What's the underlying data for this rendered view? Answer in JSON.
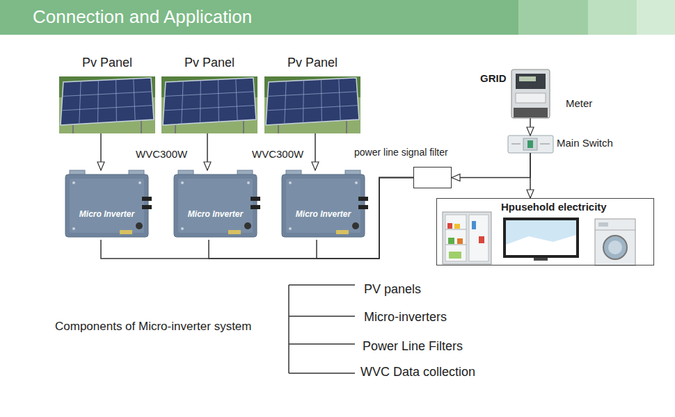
{
  "diagram": {
    "title": "Connection and Application",
    "nodes": [
      {
        "text": [
          "Pv Panel"
        ]
      },
      {
        "text": [
          "Pv Panel"
        ]
      },
      {
        "text": [
          "Pv Panel"
        ]
      },
      {
        "text": [
          "Micro Inverter"
        ]
      },
      {
        "text": [
          "Micro Inverter"
        ]
      },
      {
        "text": [
          "Micro Inverter"
        ]
      },
      {
        "text": [
          "power line signal filter"
        ]
      },
      {
        "text": [
          "GRID",
          "Meter"
        ]
      },
      {
        "text": [
          "Main Switch"
        ]
      },
      {
        "text": [
          "Hpusehold electricity"
        ]
      }
    ],
    "edges": [
      {
        "from": 0,
        "to": 3,
        "arrow": "to"
      },
      {
        "from": 1,
        "to": 4,
        "arrow": "to"
      },
      {
        "from": 2,
        "to": 5,
        "arrow": "to"
      },
      {
        "from": 7,
        "to": 8,
        "arrow": "to"
      },
      {
        "from": 8,
        "to": 6,
        "arrow": "to"
      },
      {
        "from": 8,
        "to": 9,
        "arrow": "to"
      },
      {
        "from": 3,
        "to": 6,
        "arrow": "none"
      },
      {
        "from": 4,
        "to": 6,
        "arrow": "none"
      },
      {
        "from": 5,
        "to": 6,
        "arrow": "none"
      }
    ],
    "labels": [
      "WVC300W",
      "WVC300W",
      "Components of Micro-inverter system",
      "PV panels",
      "Micro-inverters",
      "Power Line Filters",
      "WVC Data collection"
    ]
  }
}
